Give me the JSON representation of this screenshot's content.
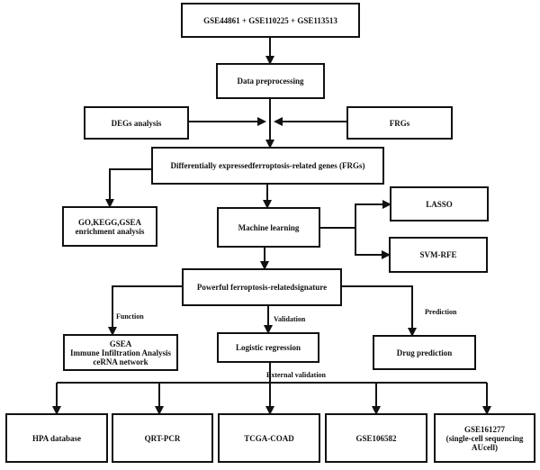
{
  "boxes": {
    "datasets": {
      "lines": [
        "GSE44861 + GSE110225 + GSE113513"
      ]
    },
    "preprocessing": {
      "lines": [
        "Data preprocessing"
      ]
    },
    "degs": {
      "lines": [
        "DEGs analysis"
      ]
    },
    "frgs": {
      "lines": [
        "FRGs"
      ]
    },
    "de_frgs": {
      "lines": [
        "Differentially expressedferroptosis-related genes (FRGs)"
      ]
    },
    "enrichment": {
      "lines": [
        "GO,KEGG,GSEA",
        "enrichment analysis"
      ]
    },
    "machine_learning": {
      "lines": [
        "Machine learning"
      ]
    },
    "lasso": {
      "lines": [
        "LASSO"
      ]
    },
    "svm_rfe": {
      "lines": [
        "SVM-RFE"
      ]
    },
    "signature": {
      "lines": [
        "Powerful ferroptosis-relatedsignature"
      ]
    },
    "gsea_immune": {
      "lines": [
        "GSEA",
        "Immune Infiltration Analysis",
        "ceRNA network"
      ]
    },
    "logistic": {
      "lines": [
        "Logistic regression"
      ]
    },
    "drug": {
      "lines": [
        "Drug prediction"
      ]
    },
    "hpa": {
      "lines": [
        "HPA database"
      ]
    },
    "qrtpcr": {
      "lines": [
        "QRT-PCR"
      ]
    },
    "tcga": {
      "lines": [
        "TCGA-COAD"
      ]
    },
    "gse106582": {
      "lines": [
        "GSE106582"
      ]
    },
    "gse161277": {
      "lines": [
        "GSE161277",
        "(single-cell sequencing",
        "AUcell)"
      ]
    }
  },
  "edge_labels": {
    "function": "Function",
    "validation": "Validation",
    "prediction": "Prediction",
    "external_validation": "External validation"
  },
  "colors": {
    "stroke": "#111111",
    "fill": "#ffffff",
    "text": "#111111"
  }
}
